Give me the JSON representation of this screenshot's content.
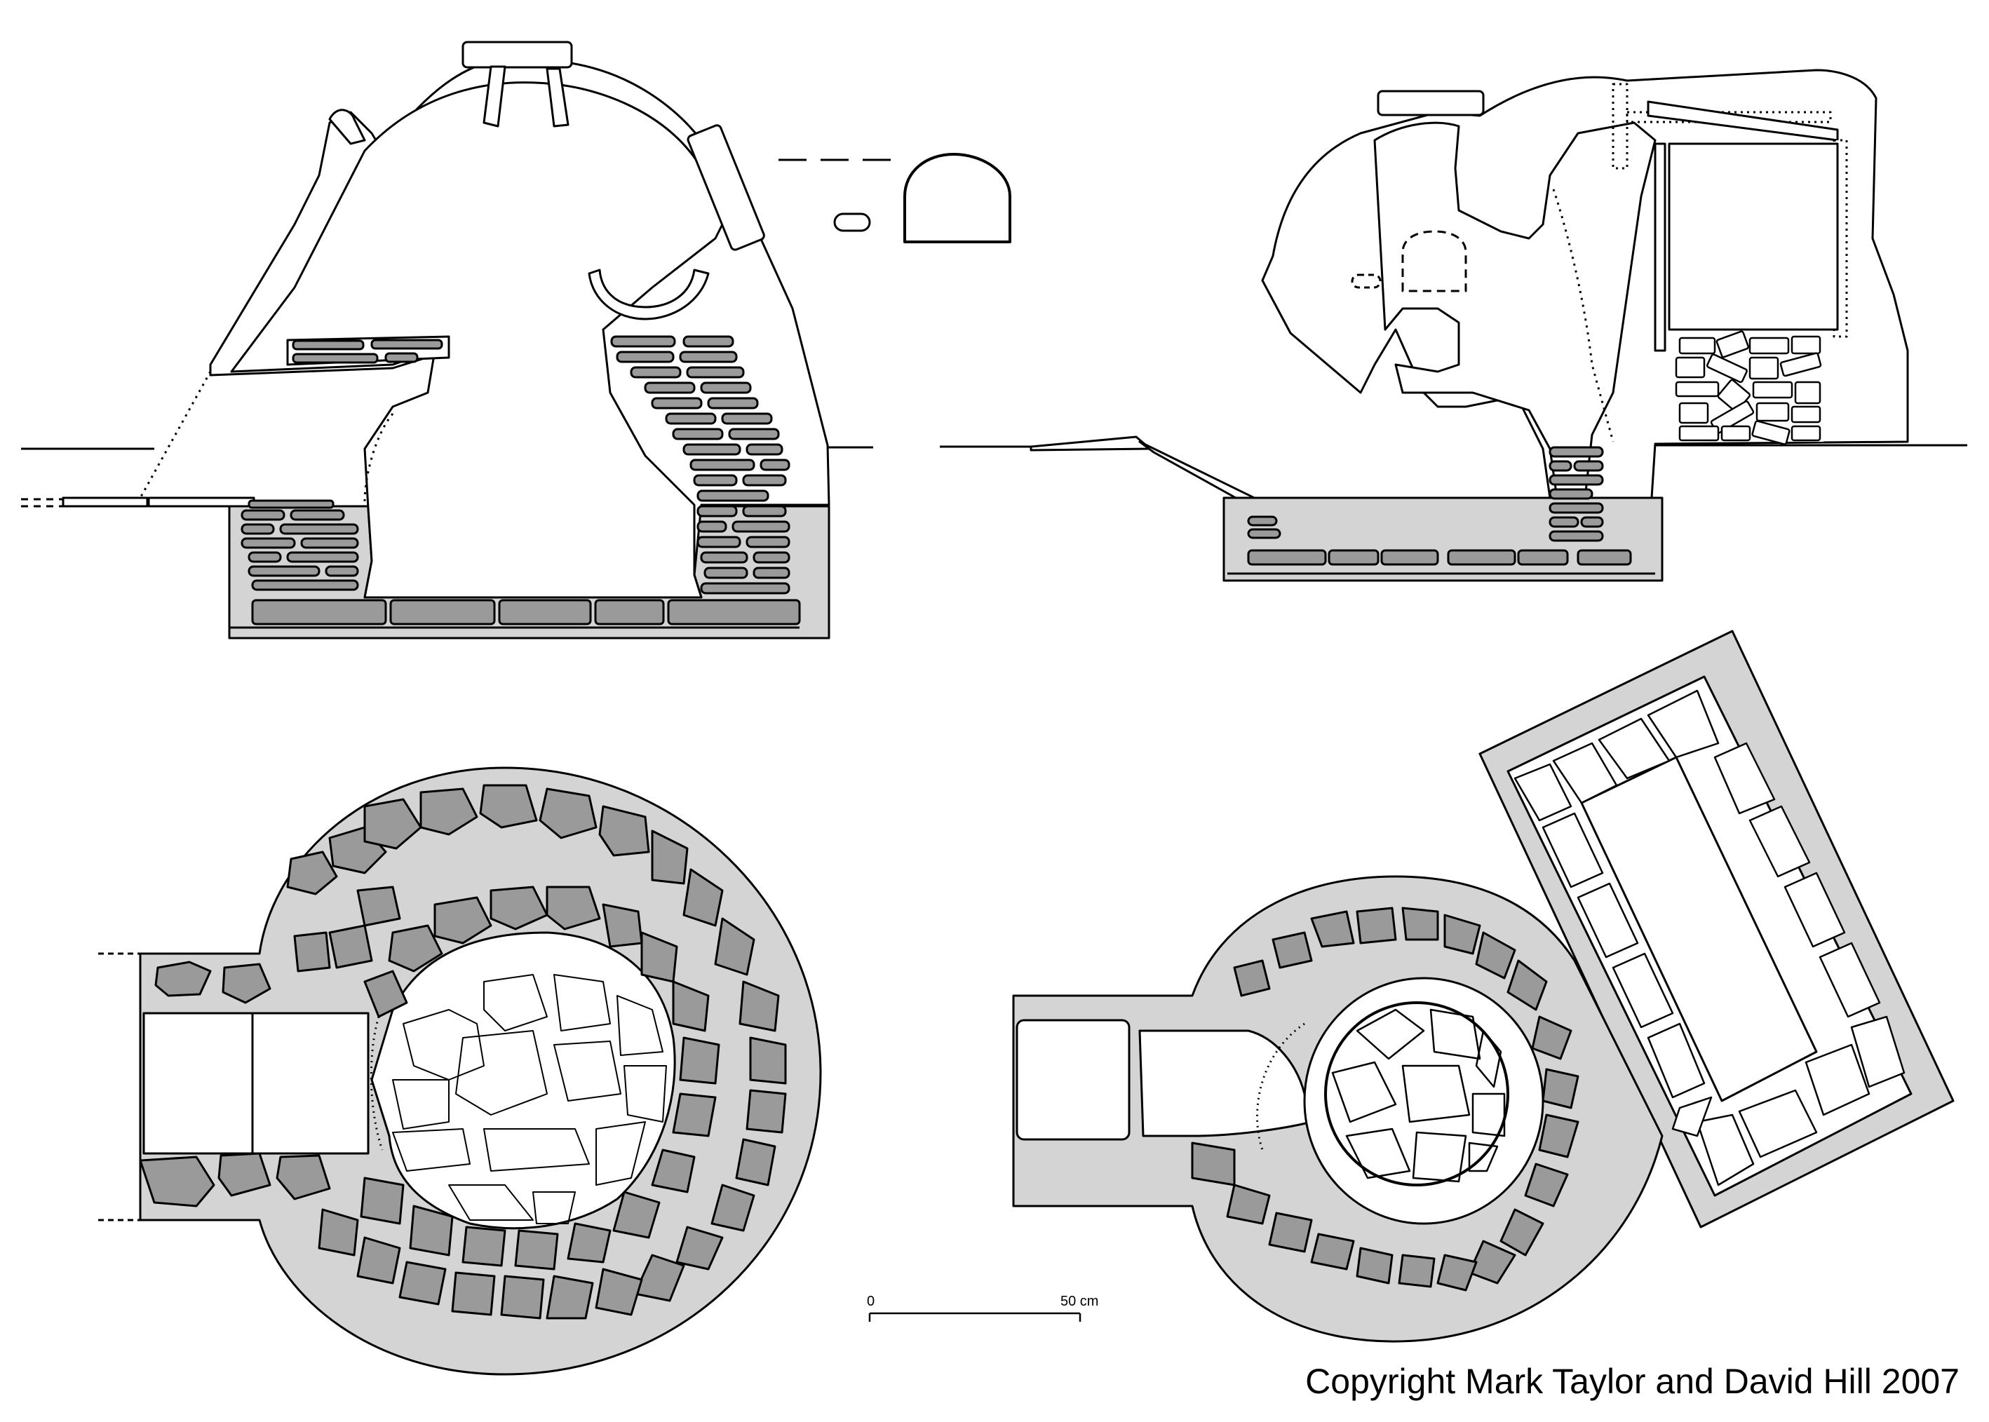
{
  "scale_bar": {
    "start_label": "0",
    "end_label": "50 cm"
  },
  "copyright": "Copyright Mark Taylor and David Hill 2007",
  "colors": {
    "stone": "#9a9a9a",
    "fill": "#d4d4d4",
    "line": "#000000",
    "paper": "#ffffff"
  }
}
